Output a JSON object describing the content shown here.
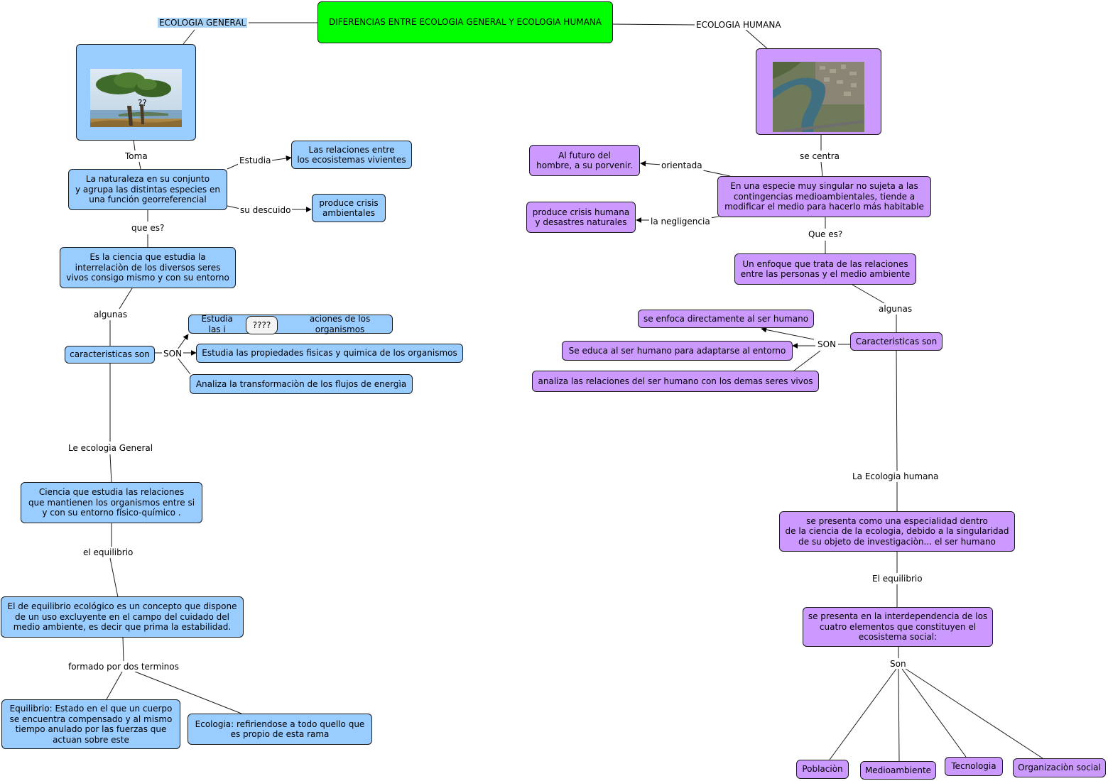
{
  "title": "DIFERENCIAS ENTRE  ECOLOGIA GENERAL Y ECOLOGIA HUMANA",
  "general": {
    "heading": "ECOLOGIA GENERAL",
    "image_mark": "??",
    "toma_label": "Toma",
    "conjunto": "La naturaleza en su conjunto\ny agrupa las distintas especies en\nuna función georreferencial",
    "estudia_label": "Estudia",
    "relaciones": "Las relaciones  entre\nlos ecosistemas vivientes",
    "descuido_label": "su descuido",
    "crisis": "produce crisis\nambientales",
    "que_es_label": "que es?",
    "ciencia": "Es la ciencia que estudia la\ninterrelaciòn de los diversos seres\nvivos consigo mismo y con su entorno",
    "algunas_label": "algunas",
    "caracteristicas": "caracteristicas son",
    "son_label": "SON",
    "item1": "Estudia las interrelaciones de los organismos",
    "item1_visible": "Estudia las i",
    "item1_tail": "aciones de los organismos",
    "popup": "????",
    "item2": "Estudia las propiedades fisicas y quimica de los organismos",
    "item3": "Analiza la transformaciòn de los flujos de energìa",
    "le_ecologia_label": "Le ecologìa General",
    "definicion": "Ciencia que estudia las relaciones\nque mantienen los organismos entre si\ny con su entorno físico-químico .",
    "equilibrio_label": "el equilibrio",
    "equilibrio": "El de equilibrio ecológico es un concepto que dispone\nde un uso excluyente en el campo del cuidado del\nmedio ambiente,  es decir que prima la estabilidad.",
    "terminos_label": "formado por dos terminos",
    "termino_equilibrio": "Equilibrio: Estado en el que un cuerpo\nse encuentra compensado y al mismo\ntiempo anulado por las fuerzas que\nactuan sobre este",
    "termino_ecologia": "Ecologia: refiriendose a todo quello que\nes propio de esta rama"
  },
  "humana": {
    "heading": "ECOLOGIA HUMANA",
    "centra_label": "se centra",
    "especie": "En una especie muy singular no sujeta a las\ncontingencias medioambientales, tiende a\nmodificar el medio para hacerlo más habitable",
    "orientada_label": "orientada",
    "futuro": "Al futuro del\nhombre, a su porvenir.",
    "negligencia_label": "la negligencia",
    "crisis": "produce crisis humana\ny desastres naturales",
    "que_es_label": "Que es?",
    "enfoque": "Un enfoque que trata de las relaciones\nentre las personas y el medio ambiente",
    "algunas_label": "algunas",
    "caracteristicas": "Caracteristicas son",
    "son_label": "SON",
    "item1": "se enfoca directamente al ser humano",
    "item2": "Se educa al ser humano para adaptarse al entorno",
    "item3": "analiza las relaciones del ser humano con los demas seres vivos",
    "la_ecologia_label": "La Ecologia  humana",
    "especialidad": "se presenta como una especialidad dentro\nde la ciencia de la ecologia, debido a la singularidad\nde su objeto de investigaciòn... el ser humano",
    "equilibrio_label": "El equilibrio",
    "interdependencia": "se presenta en la interdependencia de los\ncuatro elementos que constituyen el\necosistema social:",
    "son2_label": "Son",
    "elementos": [
      "Poblaciòn",
      "Medioambiente",
      "Tecnologia",
      "Organizaciòn social"
    ]
  },
  "colors": {
    "general_nodes": "#99ccff",
    "humana_nodes": "#cc99ff",
    "title_node": "#00ff00",
    "lines": "#1a1a1a"
  }
}
